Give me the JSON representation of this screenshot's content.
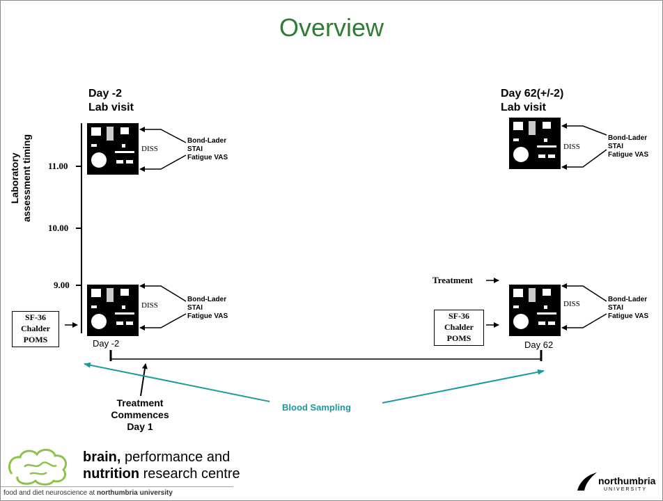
{
  "title": "Overview",
  "left_visit": {
    "day": "Day -2",
    "label": "Lab visit"
  },
  "right_visit": {
    "day": "Day 62(+/-2)",
    "label": "Lab visit"
  },
  "y_axis_label": [
    "Laboratory",
    "assessment timing"
  ],
  "y_ticks": [
    "11.00",
    "10.00",
    "9.00"
  ],
  "diss_label": "DISS",
  "measures": [
    "Bond-Lader",
    "STAI",
    "Fatigue VAS"
  ],
  "questionnaires": [
    "SF-36",
    "Chalder",
    "POMS"
  ],
  "treatment_label": "Treatment",
  "day_start": "Day -2",
  "day_end": "Day 62",
  "treatment_commences": [
    "Treatment",
    "Commences",
    "Day 1"
  ],
  "blood_sampling": "Blood Sampling",
  "colors": {
    "title": "#2e7d32",
    "blood_arrow": "#1a9a9a",
    "logo_green": "#8bc34a"
  },
  "logo": {
    "line1_bold": "brain,",
    "line1_rest": " performance and",
    "line2_bold": "nutrition",
    "line2_rest": " research centre",
    "tagline_prefix": "food and diet neuroscience at ",
    "tagline_bold": "northumbria university"
  },
  "university_logo": {
    "name": "northumbria",
    "sub": "UNIVERSITY"
  }
}
